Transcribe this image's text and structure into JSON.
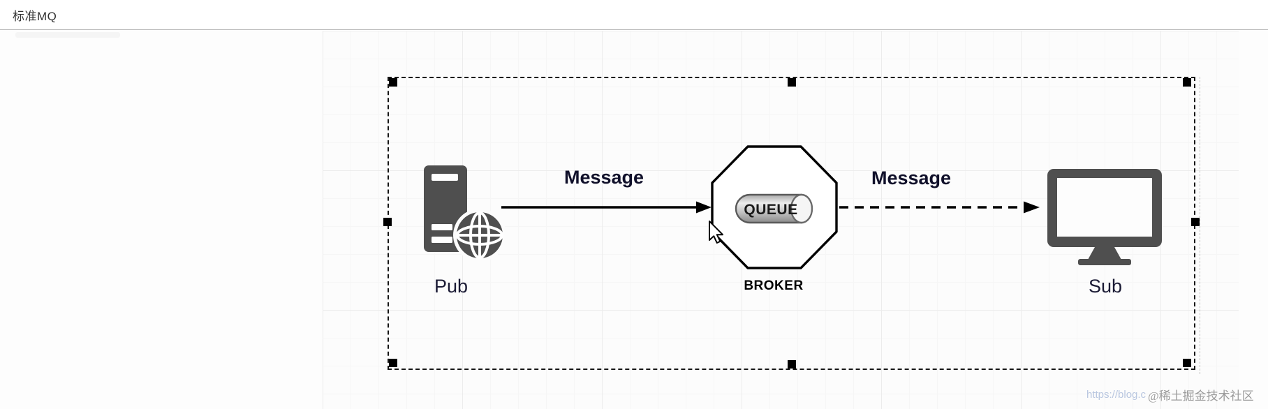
{
  "header": {
    "title": "标准MQ"
  },
  "diagram": {
    "nodes": {
      "pub": {
        "label": "Pub"
      },
      "broker": {
        "label": "BROKER",
        "queue": "QUEUE"
      },
      "sub": {
        "label": "Sub"
      }
    },
    "edges": {
      "pub_to_broker": {
        "label": "Message",
        "style": "solid"
      },
      "broker_to_sub": {
        "label": "Message",
        "style": "dashed"
      }
    },
    "colors": {
      "icon_gray": "#4f4f4f",
      "shape_stroke": "#000000",
      "cylinder_body": "#bdbdbd",
      "selection": "#161616"
    }
  },
  "watermark": {
    "url_fragment": "https://blog.c",
    "community": "@稀土掘金技术社区"
  }
}
